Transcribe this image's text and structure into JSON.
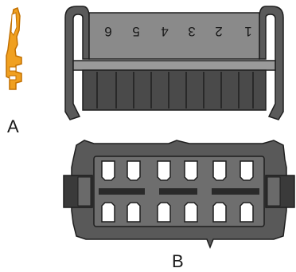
{
  "labels": {
    "a": "A",
    "b": "B"
  },
  "pin_numbers": [
    "6",
    "5",
    "4",
    "3",
    "2",
    "1"
  ],
  "colors": {
    "terminal": "#f0a020",
    "terminal_outline": "#c27000",
    "housing_dark": "#4a4a4a",
    "housing_mid": "#7a7a7a",
    "housing_light": "#9a9a9a",
    "outline": "#1e1e1e",
    "cavity": "#ffffff"
  }
}
